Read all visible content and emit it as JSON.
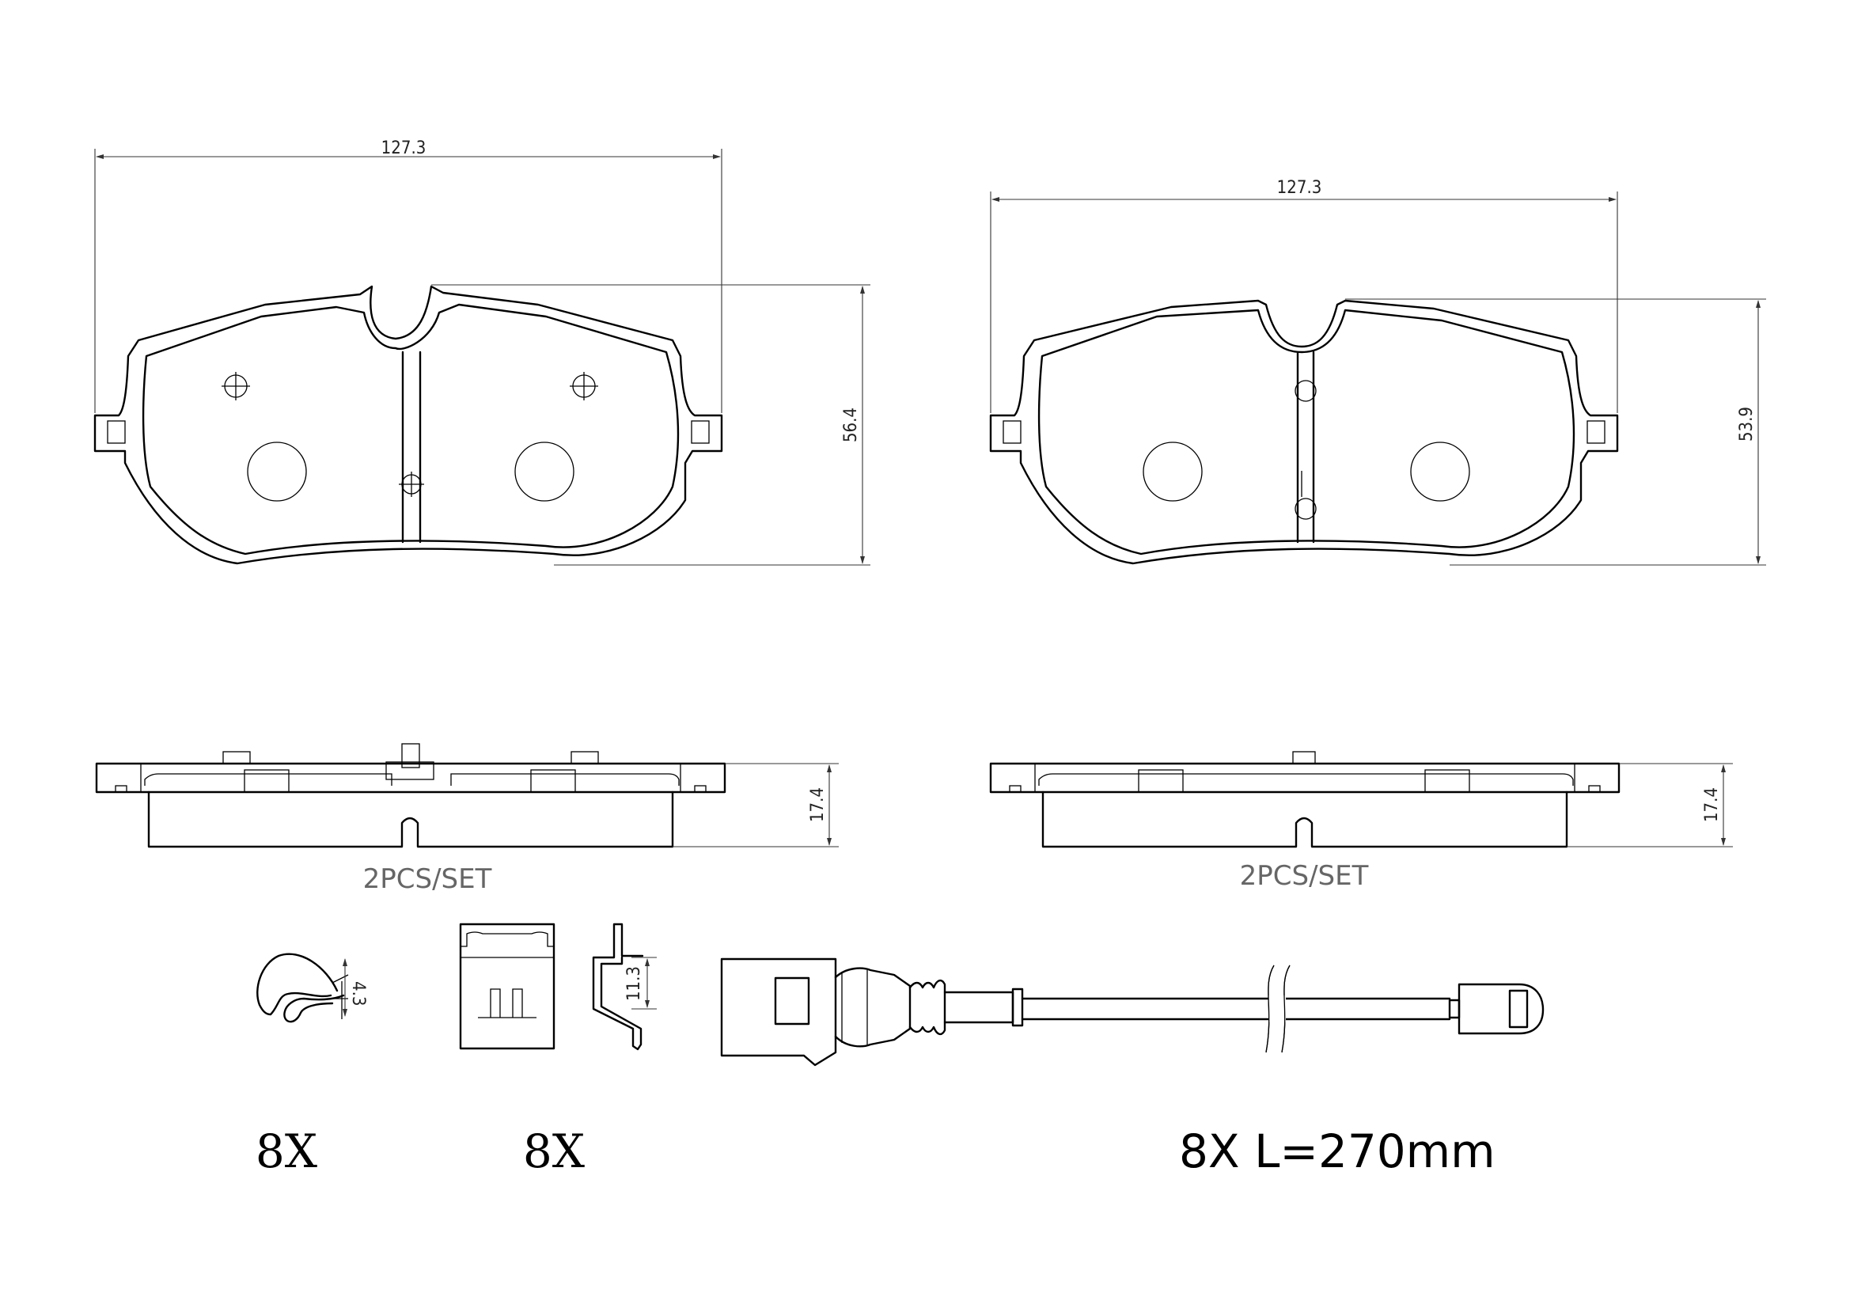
{
  "pads": {
    "pad1": {
      "width_label": "127.3",
      "height_label": "56.4",
      "thickness_label": "17.4",
      "set_label": "2PCS/SET"
    },
    "pad2": {
      "width_label": "127.3",
      "height_label": "53.9",
      "thickness_label": "17.4",
      "set_label": "2PCS/SET"
    }
  },
  "accessories": {
    "clip": {
      "dim_label": "4.3",
      "qty_label": "8X"
    },
    "bracket": {
      "dim_label": "11.3",
      "qty_label": "8X"
    },
    "sensor": {
      "qty_label": "8X L=270mm"
    }
  }
}
